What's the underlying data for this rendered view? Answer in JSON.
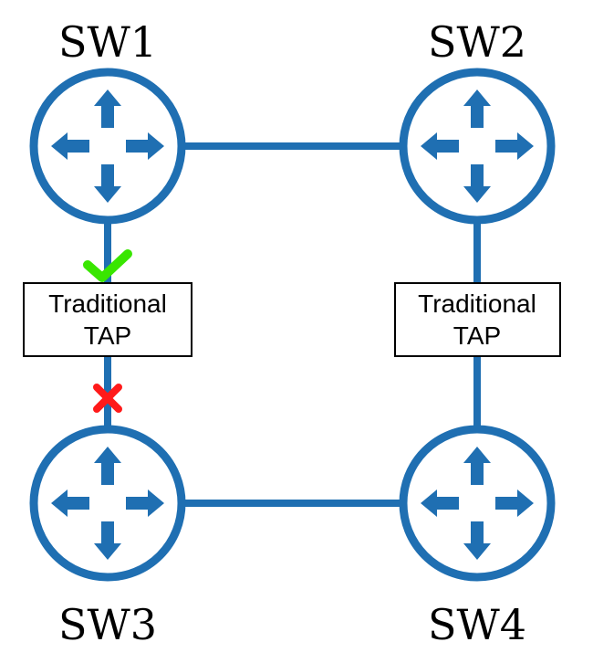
{
  "switches": {
    "sw1": {
      "label": "SW1"
    },
    "sw2": {
      "label": "SW2"
    },
    "sw3": {
      "label": "SW3"
    },
    "sw4": {
      "label": "SW4"
    }
  },
  "taps": {
    "left": {
      "line1": "Traditional",
      "line2": "TAP"
    },
    "right": {
      "line1": "Traditional",
      "line2": "TAP"
    }
  },
  "markers": {
    "ok": {
      "symbol": "checkmark",
      "color": "#39e600"
    },
    "bad": {
      "symbol": "cross",
      "color": "#ff1a1a"
    }
  },
  "colors": {
    "switch_blue": "#1f6fb2",
    "link_blue": "#1f6fb2",
    "tap_border": "#000000"
  }
}
